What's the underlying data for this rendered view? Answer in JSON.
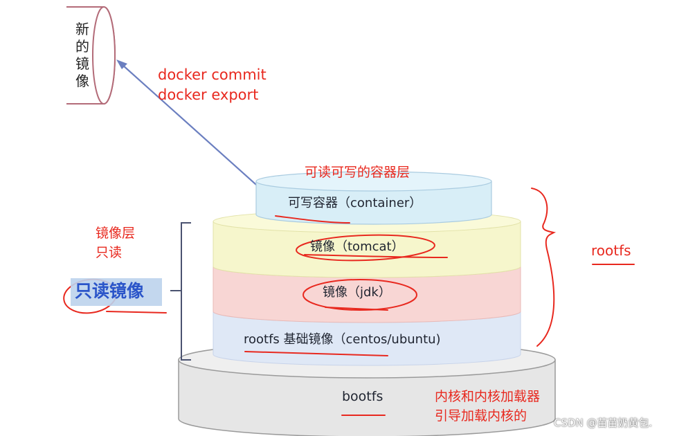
{
  "new_image": {
    "label": "新的镜像"
  },
  "arrow_commands": [
    "docker commit",
    "docker export"
  ],
  "layers": {
    "container_title": "可读可写的容器层",
    "container": "可写容器（container）",
    "tomcat": "镜像（tomcat）",
    "jdk": "镜像（jdk）",
    "rootfs_base": "rootfs 基础镜像（centos/ubuntu)",
    "bootfs": "bootfs"
  },
  "annotations": {
    "image_layer": "镜像层",
    "read_only": "只读",
    "read_only_image": "只读镜像",
    "rootfs": "rootfs",
    "kernel_line1": "内核和内核加载器",
    "kernel_line2": "引导加载内核的"
  },
  "watermark": "CSDN @苗苗奶黄包.",
  "colors": {
    "container_fill": "#d8eef7",
    "tomcat_fill": "#f6f6cc",
    "jdk_fill": "#f8d6d4",
    "rootfs_fill": "#dfe8f6",
    "bootfs_fill": "#e6e6e6",
    "annotation_red": "#e8281e",
    "arrow_blue": "#6b7fc0"
  }
}
